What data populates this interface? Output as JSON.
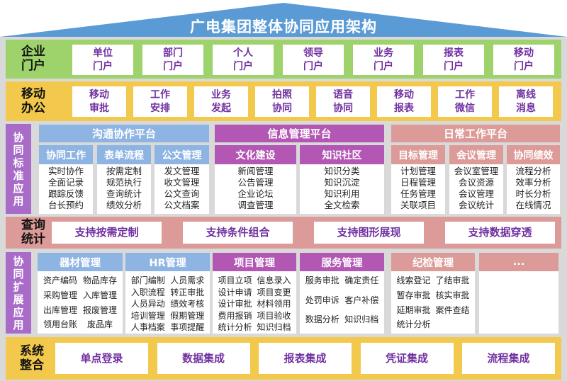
{
  "title": "广电集团整体协同应用架构",
  "colors": {
    "roof": "#5b9bd5",
    "green": "#9dd36a",
    "yellow": "#f2c94c",
    "pink": "#dc9b98",
    "blue": "#8db4e2",
    "purple": "#b257b4",
    "sidePurple": "#a86cc8",
    "text": "#7030a0"
  },
  "portal": {
    "label": "企业\n门户",
    "items": [
      "单位\n门户",
      "部门\n门户",
      "个人\n门户",
      "领导\n门户",
      "业务\n门户",
      "报表\n门户",
      "移动\n门户"
    ]
  },
  "mobile": {
    "label": "移动\n办公",
    "items": [
      "移动\n审批",
      "工作\n安排",
      "业务\n发起",
      "拍照\n协同",
      "语音\n协同",
      "移动\n报表",
      "工作\n微信",
      "离线\n消息"
    ]
  },
  "standard": {
    "label": "协\n同\n标\n准\n应\n用",
    "platforms": [
      {
        "title": "沟通协作平台",
        "modules": [
          {
            "title": "协同工作",
            "items": [
              "实时协作",
              "全面记录",
              "跟踪反馈",
              "台长预约"
            ]
          },
          {
            "title": "表单流程",
            "items": [
              "按需定制",
              "规范执行",
              "查询统计",
              "绩效分析"
            ]
          },
          {
            "title": "公文管理",
            "items": [
              "发文管理",
              "收文管理",
              "公文查询",
              "公文档案"
            ]
          }
        ]
      },
      {
        "title": "信息管理平台",
        "modules": [
          {
            "title": "文化建设",
            "items": [
              "新闻管理",
              "公告管理",
              "企业论坛",
              "调查管理"
            ]
          },
          {
            "title": "知识社区",
            "items": [
              "知识分类",
              "知识沉淀",
              "知识利用",
              "全文检索"
            ]
          }
        ]
      },
      {
        "title": "日常工作平台",
        "modules": [
          {
            "title": "目标管理",
            "items": [
              "计划管理",
              "日程管理",
              "任务管理",
              "关联项目"
            ]
          },
          {
            "title": "会议管理",
            "items": [
              "会议室管理",
              "会议资源",
              "会议管理",
              "会议统计"
            ]
          },
          {
            "title": "协同绩效",
            "items": [
              "流程分析",
              "效率分析",
              "时长分析",
              "在线情况"
            ]
          }
        ]
      }
    ]
  },
  "query": {
    "label": "查询\n统计",
    "items": [
      "支持按需定制",
      "支持条件组合",
      "支持图形展现",
      "支持数据穿透"
    ]
  },
  "extension": {
    "label": "协\n同\n扩\n展\n应\n用",
    "modules": [
      {
        "title": "器材管理",
        "items": [
          "资产编码",
          "物品库存",
          "采购管理",
          "入库管理",
          "出库管理",
          "报废管理",
          "领用台账",
          "废品库"
        ]
      },
      {
        "title": "HR管理",
        "items": [
          "部门编制",
          "人员需求",
          "入职流程",
          "转正审批",
          "人员异动",
          "绩效考核",
          "培训管理",
          "假期管理",
          "人事档案",
          "事项提醒"
        ]
      },
      {
        "title": "项目管理",
        "items": [
          "项目立项",
          "信息录入",
          "设计申请",
          "项目变更",
          "设计审批",
          "材料领用",
          "费用报销",
          "项目验收",
          "统计分析",
          "知识归档"
        ]
      },
      {
        "title": "服务管理",
        "items": [
          "服务审批",
          "确定责任",
          "处罚申诉",
          "客户补偿",
          "数据分析",
          "知识归档"
        ]
      },
      {
        "title": "纪检管理",
        "items": [
          "线索登记",
          "了结审批",
          "暂存审批",
          "核实审批",
          "延期审批",
          "案件查结",
          "统计分析"
        ]
      },
      {
        "title": "...",
        "items": []
      }
    ]
  },
  "integration": {
    "label": "系统\n整合",
    "items": [
      "单点登录",
      "数据集成",
      "报表集成",
      "凭证集成",
      "流程集成"
    ]
  }
}
